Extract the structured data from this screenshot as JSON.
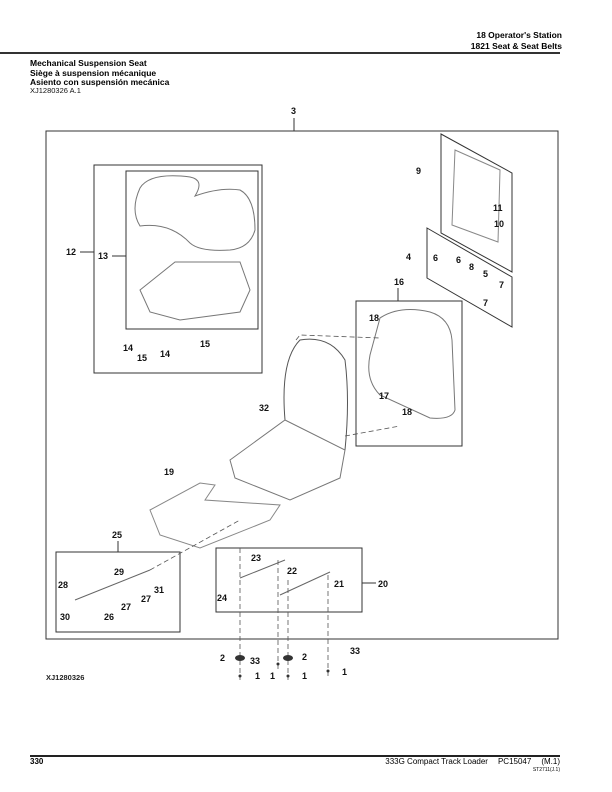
{
  "header": {
    "section": "18 Operator's Station",
    "group": "1821 Seat & Seat Belts"
  },
  "title": {
    "en": "Mechanical Suspension Seat",
    "fr": "Siège à suspension mécanique",
    "es": "Asiento con suspensión mecánica",
    "ref": "XJ1280326 A.1"
  },
  "diagram": {
    "figure_id": "XJ1280326",
    "callouts": {
      "c1": "1",
      "c2": "2",
      "c3": "3",
      "c4": "4",
      "c5": "5",
      "c6": "6",
      "c7": "7",
      "c8": "8",
      "c9": "9",
      "c10": "10",
      "c11": "11",
      "c12": "12",
      "c13": "13",
      "c14": "14",
      "c15": "15",
      "c16": "16",
      "c17": "17",
      "c18": "18",
      "c19": "19",
      "c20": "20",
      "c21": "21",
      "c22": "22",
      "c23": "23",
      "c24": "24",
      "c25": "25",
      "c26": "26",
      "c27": "27",
      "c28": "28",
      "c29": "29",
      "c30": "30",
      "c31": "31",
      "c32": "32",
      "c33": "33"
    }
  },
  "footer": {
    "page": "330",
    "model": "333G Compact Track Loader",
    "pc": "PC15047",
    "rev": "(M.1)",
    "st": "ST2711(J.1)"
  }
}
